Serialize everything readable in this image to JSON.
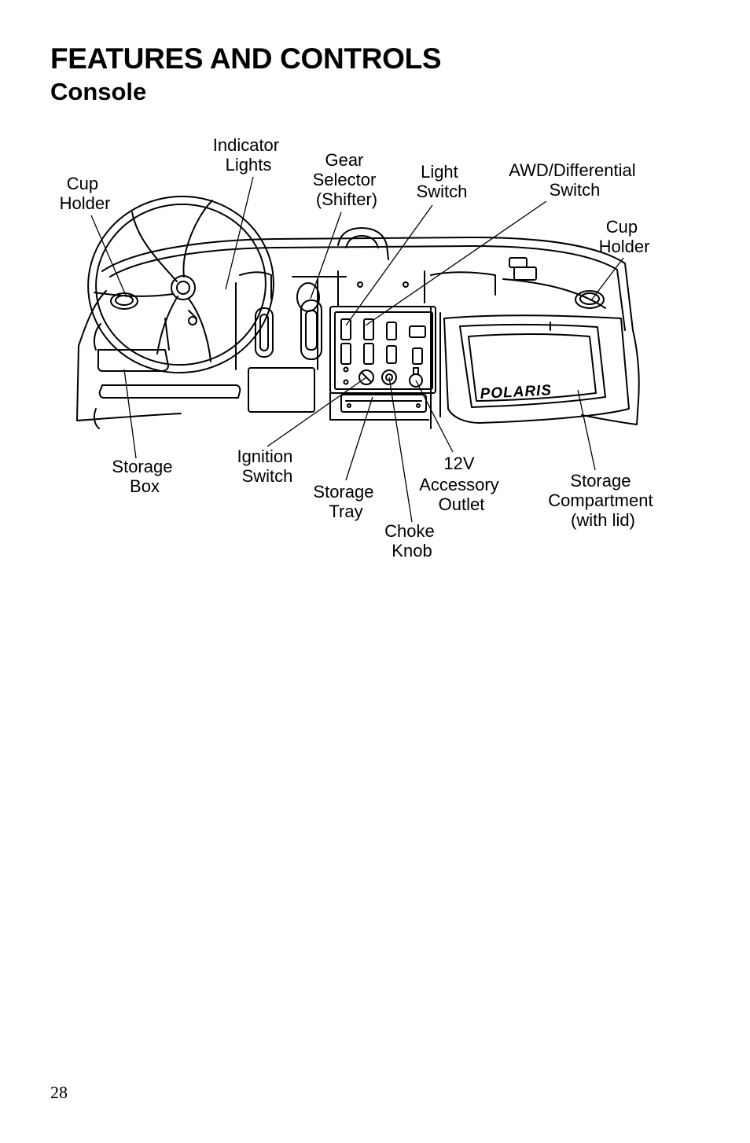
{
  "header": {
    "section_title": "FEATURES AND CONTROLS",
    "subsection_title": "Console"
  },
  "diagram": {
    "brand": "POLARIS",
    "labels": {
      "indicator_lights": [
        "Indicator",
        "Lights"
      ],
      "gear_selector": [
        "Gear",
        "Selector",
        "(Shifter)"
      ],
      "light_switch": [
        "Light",
        "Switch"
      ],
      "awd_switch": [
        "AWD/Differential",
        "Switch"
      ],
      "cup_holder_left": [
        "Cup",
        "Holder"
      ],
      "cup_holder_right": [
        "Cup",
        "Holder"
      ],
      "storage_box": [
        "Storage",
        "Box"
      ],
      "ignition_switch": [
        "Ignition",
        "Switch"
      ],
      "storage_tray": [
        "Storage",
        "Tray"
      ],
      "accessory_outlet": [
        "12V",
        "Accessory",
        "Outlet"
      ],
      "choke_knob": [
        "Choke",
        "Knob"
      ],
      "storage_compartment": [
        "Storage",
        "Compartment",
        "(with lid)"
      ]
    }
  },
  "footer": {
    "page_number": "28"
  }
}
